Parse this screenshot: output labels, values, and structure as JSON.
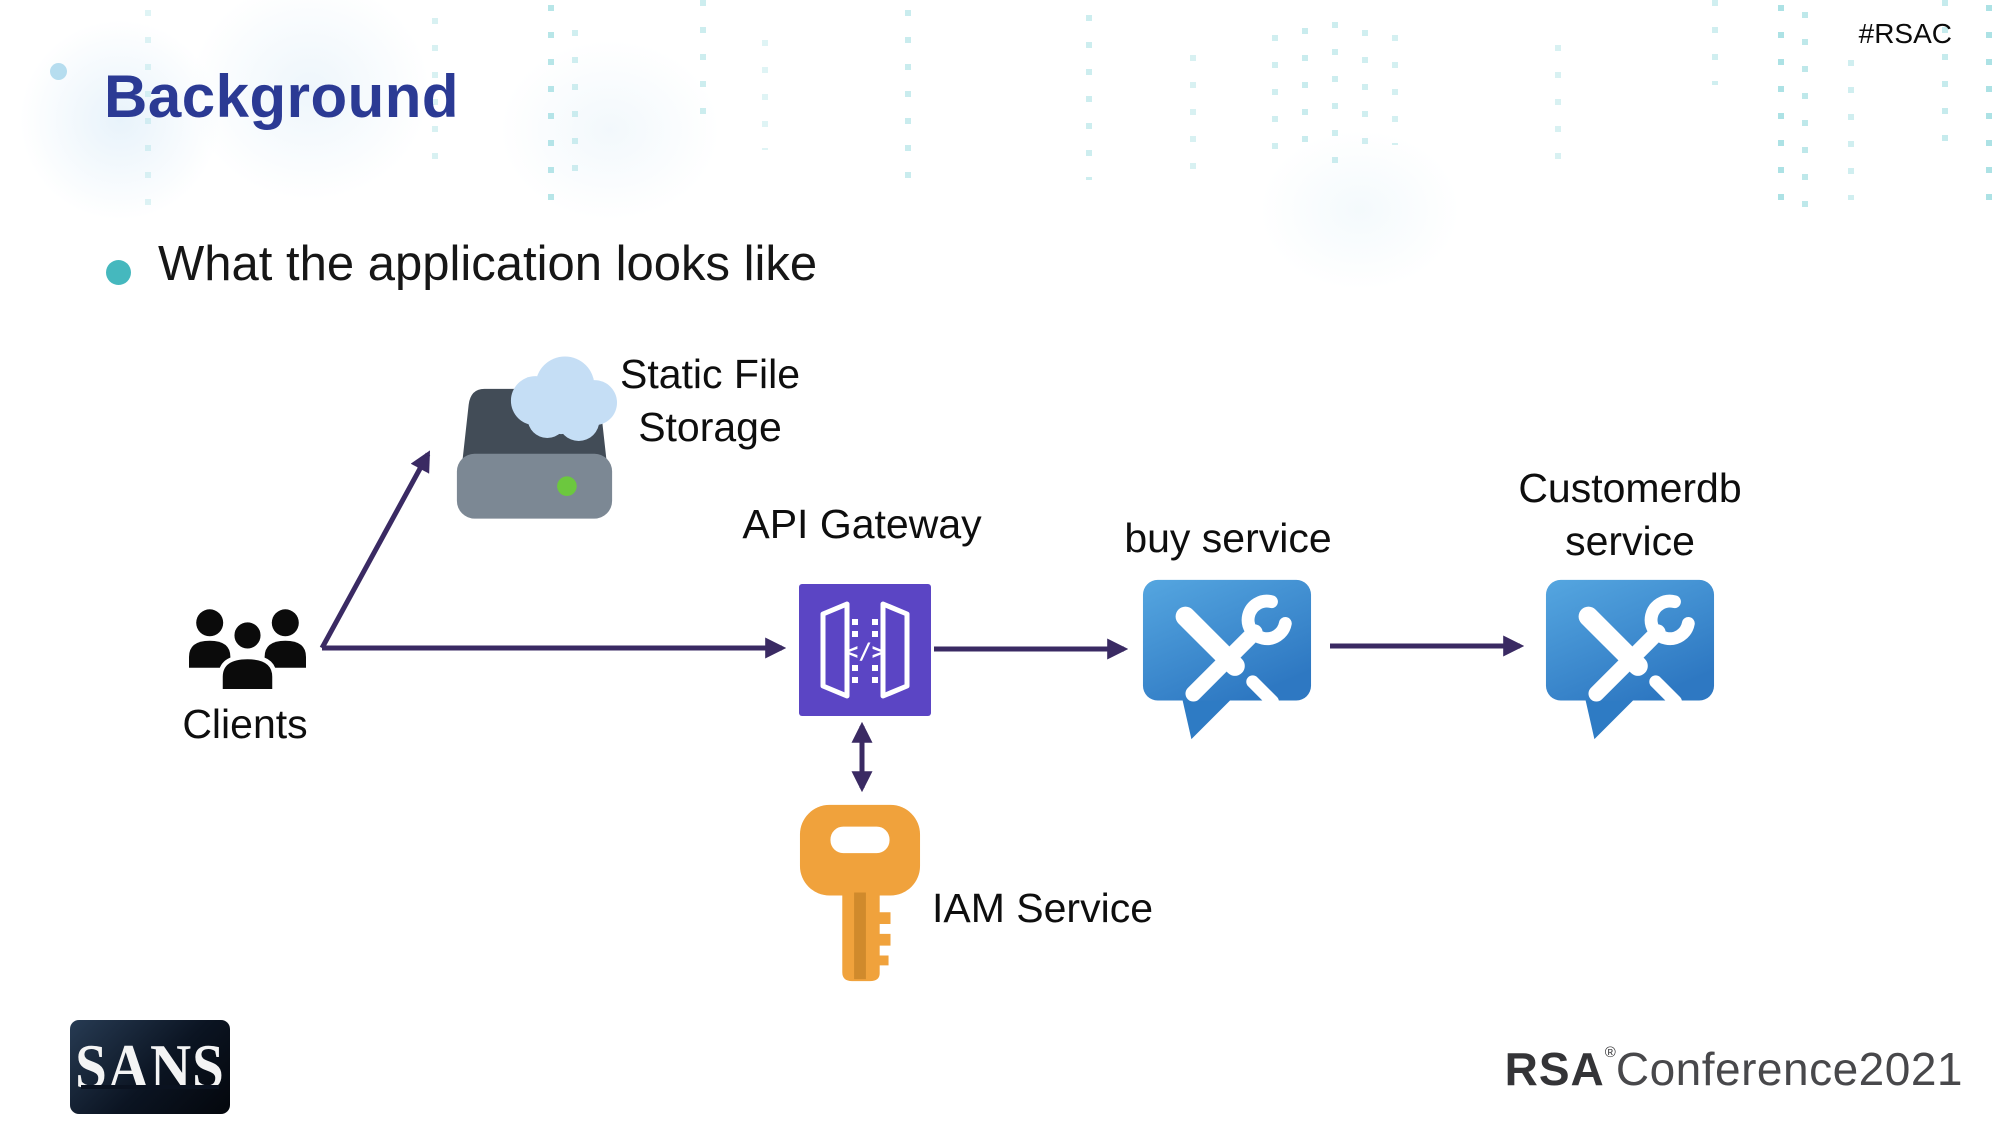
{
  "slide": {
    "hashtag": "#RSAC",
    "title": "Background",
    "bullet_text": "What the application looks like"
  },
  "diagram": {
    "clients": {
      "label": "Clients",
      "icon": "people-group-icon"
    },
    "static_storage": {
      "line1": "Static File",
      "line2": "Storage",
      "icon": "cloud-storage-drive-icon"
    },
    "api_gateway": {
      "label": "API Gateway",
      "icon": "api-gateway-icon",
      "icon_code_glyph": "</>"
    },
    "buy_service": {
      "label": "buy service",
      "icon": "tools-speech-bubble-icon"
    },
    "customerdb_service": {
      "line1": "Customerdb",
      "line2": "service",
      "icon": "tools-speech-bubble-icon"
    },
    "iam_service": {
      "label": "IAM Service",
      "icon": "key-icon"
    }
  },
  "connections": [
    "clients-to-static-storage",
    "clients-to-api-gateway",
    "api-gateway-to-buy-service",
    "buy-service-to-customerdb-service",
    "api-gateway-to-iam-service-bidirectional"
  ],
  "footer": {
    "sans_logo": "SANS",
    "conference_brand": "RSA",
    "conference_reg_mark": "®",
    "conference_name": "Conference2021"
  },
  "colors": {
    "title_blue": "#2b3a94",
    "bullet_teal": "#45b8be",
    "arrow_purple": "#3a2a63",
    "gateway_purple": "#5b45c4",
    "service_blue_top": "#55a6e0",
    "service_blue_bottom": "#2e78c2",
    "key_orange": "#f0a23c",
    "storage_dark": "#424c57",
    "storage_light": "#7c8894",
    "storage_led_green": "#6cc83e",
    "cloud_blue": "#c5def5"
  }
}
